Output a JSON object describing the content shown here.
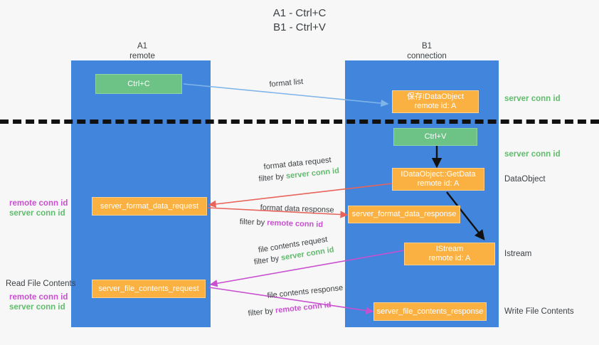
{
  "title": {
    "line1": "A1 - Ctrl+C",
    "line2": "B1 - Ctrl+V"
  },
  "lanes": [
    {
      "name": "A1",
      "sub": "remote"
    },
    {
      "name": "B1",
      "sub": "connection"
    }
  ],
  "boxes": {
    "ctrl_c": "Ctrl+C",
    "save_idataobject_l1": "保存IDataObject",
    "save_idataobject_l2": "remote id: A",
    "ctrl_v": "Ctrl+V",
    "getdata_l1": "IDataObject::GetData",
    "getdata_l2": "remote id: A",
    "format_data_request": "server_format_data_request",
    "format_data_response": "server_format_data_response",
    "istream_l1": "IStream",
    "istream_l2": "remote id: A",
    "file_contents_request": "server_file_contents_request",
    "file_contents_response": "server_file_contents_response"
  },
  "flows": {
    "format_list": "format list",
    "format_data_request": "format data request",
    "format_data_response": "format data response",
    "file_contents_request": "file contents request",
    "file_contents_response": "file contents response",
    "filter_by": "filter by",
    "server_conn_id": "server conn id",
    "remote_conn_id": "remote conn id"
  },
  "right_labels": {
    "server_conn_id_top": "server conn id",
    "server_conn_id_mid": "server conn id",
    "data_object": "DataObject",
    "istream": "Istream",
    "write_file_contents": "Write File Contents"
  },
  "left_labels": {
    "remote_conn_id_1": "remote conn id",
    "server_conn_id_1": "server conn id",
    "read_file_contents": "Read File Contents",
    "remote_conn_id_2": "remote conn id",
    "server_conn_id_2": "server conn id"
  },
  "colors": {
    "lane": "#4285dd",
    "green_box": "#6dc286",
    "orange_box": "#fbb042",
    "server_conn": "#62bb6e",
    "remote_conn": "#c850d0",
    "arrow_blue": "#7fb5e8",
    "arrow_red": "#e8635a",
    "arrow_magenta": "#c850d0",
    "arrow_black": "#111111",
    "background": "#f7f7f7"
  }
}
